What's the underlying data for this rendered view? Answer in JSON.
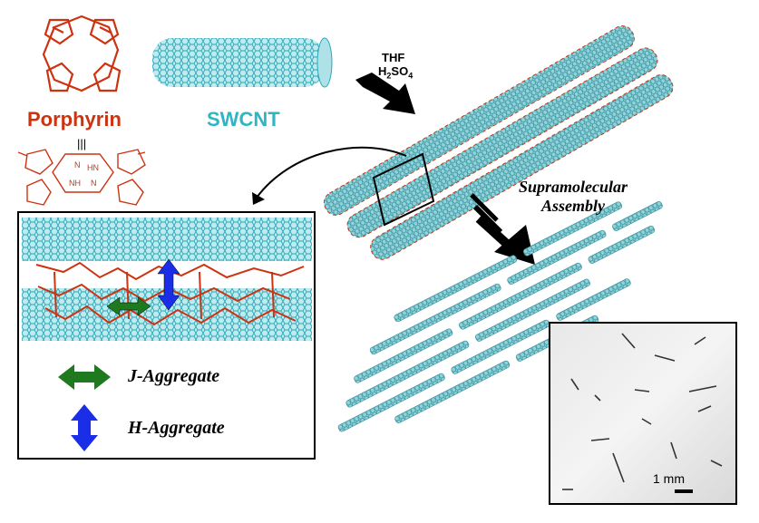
{
  "labels": {
    "porphyrin": "Porphyrin",
    "swcnt": "SWCNT",
    "reagent_1": "THF",
    "reagent_2_main": "H",
    "reagent_2_sub1": "2",
    "reagent_2_mid": "SO",
    "reagent_2_sub2": "4",
    "supramolecular_1": "Supramolecular",
    "supramolecular_2": "Assembly",
    "j_aggregate": "J-Aggregate",
    "h_aggregate": "H-Aggregate",
    "scale_bar": "1 mm",
    "equivalence": "|||",
    "n_label_1": "N",
    "n_label_2": "HN",
    "n_label_3": "NH",
    "n_label_4": "N"
  },
  "colors": {
    "porphyrin": "#cc3311",
    "swcnt": "#2fb6c2",
    "nanotube_fill": "#7fd0d8",
    "nanotube_dark": "#3a8f99",
    "j_arrow": "#1f7a1f",
    "h_arrow": "#1a2ee8",
    "frame": "#000000"
  }
}
